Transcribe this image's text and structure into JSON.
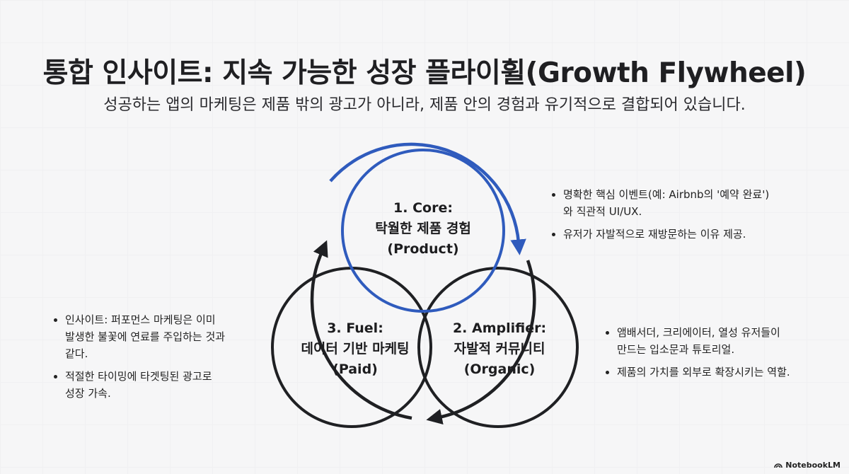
{
  "header": {
    "title": "통합 인사이트: 지속 가능한 성장 플라이휠(Growth Flywheel)",
    "subtitle": "성공하는 앱의 마케팅은 제품 밖의 광고가 아니라, 제품 안의 경험과 유기적으로 결합되어 있습니다."
  },
  "circles": {
    "core": {
      "line1": "1. Core:",
      "line2": "탁월한 제품 경험",
      "line3": "(Product)",
      "color": "#2f5bbd"
    },
    "amplifier": {
      "line1": "2. Amplifier:",
      "line2": "자발적 커뮤니티",
      "line3": "(Organic)",
      "color": "#1f2023"
    },
    "fuel": {
      "line1": "3. Fuel:",
      "line2": "데이터 기반 마케팅",
      "line3": "(Paid)",
      "color": "#1f2023"
    }
  },
  "notes": {
    "core": [
      {
        "line1": "명확한 핵심 이벤트(예: Airbnb의 '예약 완료')",
        "line2": "와 직관적 UI/UX."
      },
      {
        "line1": "유저가 자발적으로 재방문하는 이유 제공.",
        "line2": ""
      }
    ],
    "amplifier": [
      {
        "line1": "앰배서더, 크리에이터, 열성 유저들이",
        "line2": "만드는 입소문과 튜토리얼."
      },
      {
        "line1": "제품의 가치를 외부로 확장시키는 역할.",
        "line2": ""
      }
    ],
    "fuel": [
      {
        "line1": "인사이트: 퍼포먼스 마케팅은 이미",
        "line2": "발생한 불꽃에 연료를 주입하는 것과",
        "line3": "같다."
      },
      {
        "line1": "적절한 타이밍에 타겟팅된 광고로",
        "line2": "성장 가속."
      }
    ]
  },
  "brand": {
    "label": "NotebookLM",
    "icon": "notebooklm-logo-icon"
  }
}
